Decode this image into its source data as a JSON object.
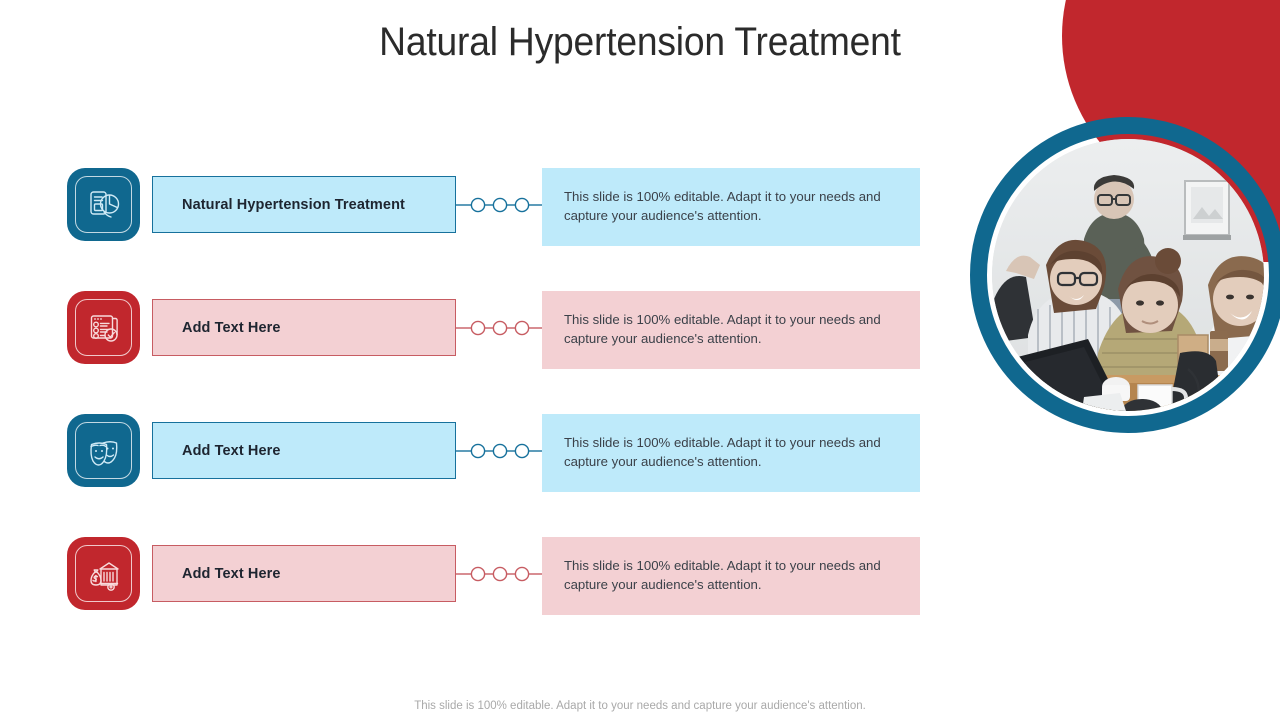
{
  "page_title": "Natural Hypertension Treatment",
  "colors": {
    "teal": "#10688F",
    "teal_dark": "#0B6E98",
    "teal_fill": "#BEEAFA",
    "teal_border": "#17719C",
    "red": "#C1272D",
    "red_fill": "#F3D0D3",
    "red_border": "#C75C62",
    "text_dark": "#1e2530",
    "text_body": "#3b4149",
    "footer_text": "#a9a9a9"
  },
  "rows": [
    {
      "label": "Natural Hypertension Treatment",
      "description": "This slide is 100% editable. Adapt it to your needs and capture your audience's attention.",
      "theme": "teal",
      "icon": "report-analytics-icon"
    },
    {
      "label": "Add Text Here",
      "description": "This slide is 100% editable. Adapt it to your needs and capture your audience's attention.",
      "theme": "red",
      "icon": "checklist-clipboard-icon"
    },
    {
      "label": "Add Text Here",
      "description": "This slide is 100% editable. Adapt it to your needs and capture your audience's attention.",
      "theme": "teal",
      "icon": "theater-masks-icon"
    },
    {
      "label": "Add Text Here",
      "description": "This slide is 100% editable. Adapt it to your needs and capture your audience's attention.",
      "theme": "red",
      "icon": "bank-money-icon"
    }
  ],
  "decor": {
    "photo_alt": "team-photo",
    "shapes": [
      "red-circle",
      "teal-ring",
      "photo-circle"
    ]
  },
  "footer_note": "This slide is 100% editable. Adapt it to your needs and capture your audience's attention."
}
